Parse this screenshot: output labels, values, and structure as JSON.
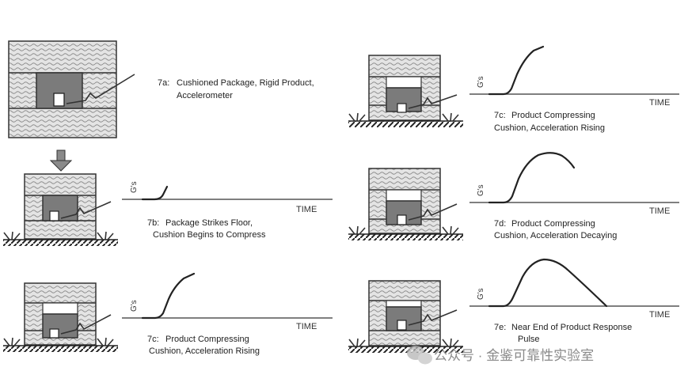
{
  "panels": {
    "p7a": {
      "id": "7a:",
      "line1": "Cushioned Package, Rigid Product,",
      "line2": "Accelerometer"
    },
    "p7b": {
      "id": "7b:",
      "line1": "Package Strikes Floor,",
      "line2": "Cushion Begins to Compress",
      "ylabel": "G's",
      "xlabel": "TIME"
    },
    "p7c_left": {
      "id": "7c:",
      "line1": "Product Compressing",
      "line2": "Cushion, Acceleration Rising",
      "ylabel": "G's",
      "xlabel": "TIME"
    },
    "p7c_right": {
      "id": "7c:",
      "line1": "Product Compressing",
      "line2": "Cushion, Acceleration Rising",
      "ylabel": "G's",
      "xlabel": "TIME"
    },
    "p7d": {
      "id": "7d:",
      "line1": "Product Compressing",
      "line2": "Cushion, Acceleration Decaying",
      "ylabel": "G's",
      "xlabel": "TIME"
    },
    "p7e": {
      "id": "7e:",
      "line1": "Near End of Product Response",
      "line2": "Pulse",
      "ylabel": "G's",
      "xlabel": "TIME"
    }
  },
  "watermark": {
    "text": "公众号 · 金鉴可靠性实验室",
    "icon": "wechat-icon"
  },
  "colors": {
    "product": "#7b7b7b",
    "cushion": "#d9d9d9",
    "line": "#222222"
  }
}
